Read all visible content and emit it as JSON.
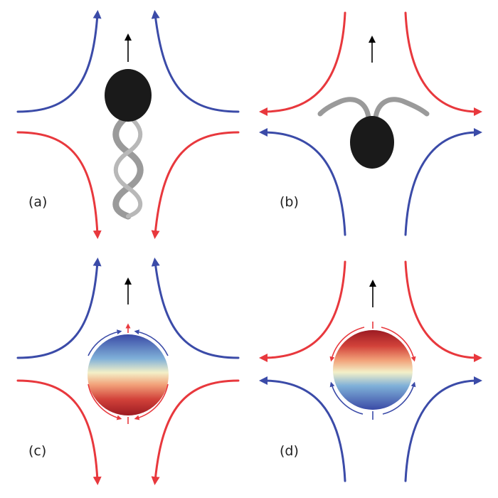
{
  "colors": {
    "inflow": "#3b4ba8",
    "outflow": "#e8383d",
    "body": "#1a1a1a",
    "flagellum": "#9a9a9a",
    "swim_arrow": "#000000"
  },
  "panels": [
    {
      "id": "a",
      "label": "(a)",
      "type": "pusher"
    },
    {
      "id": "b",
      "label": "(b)",
      "type": "puller"
    },
    {
      "id": "c",
      "label": "(c)",
      "type": "squirmer-pusher"
    },
    {
      "id": "d",
      "label": "(d)",
      "type": "squirmer-puller"
    }
  ],
  "icons": [
    "swim-direction-arrow-icon",
    "cell-body-icon",
    "flagellum-icon"
  ]
}
